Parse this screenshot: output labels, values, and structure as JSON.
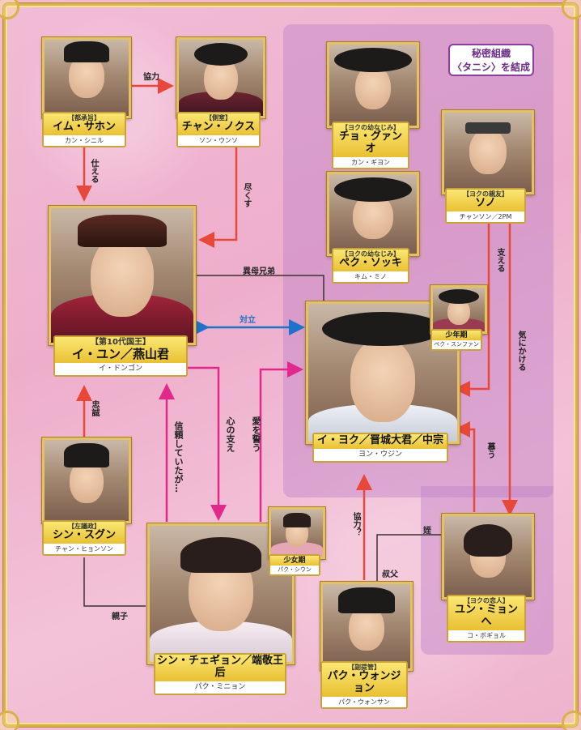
{
  "group_label_line1": "秘密組織",
  "group_label_line2": "〈タニシ〉を結成",
  "colors": {
    "red": "#e8483a",
    "blue": "#1d72c9",
    "magenta": "#e0298a",
    "dark": "#3a3232",
    "gold": "#e4c264",
    "purple": "#8a3fa0"
  },
  "people": {
    "im": {
      "role": "【都承旨】",
      "name": "イム・サホン",
      "actor": "カン・シニル"
    },
    "jang": {
      "role": "【側室】",
      "name": "チャン・ノクス",
      "actor": "ソン・ウンソ"
    },
    "king": {
      "role": "【第10代国王】",
      "name": "イ・ユン／燕山君",
      "actor": "イ・ドンゴン"
    },
    "shin": {
      "role": "【左議政】",
      "name": "シン・スグン",
      "actor": "チャン・ヒョンソン"
    },
    "chae": {
      "role": "",
      "name": "シン・チェギョン／端敬王后",
      "actor": "パク・ミニョン"
    },
    "chae_young": {
      "role": "",
      "name": "少女期",
      "actor": "パク・シウン"
    },
    "yeok": {
      "role": "",
      "name": "イ・ヨク／晋城大君／中宗",
      "actor": "ヨン・ウジン"
    },
    "yeok_young": {
      "role": "",
      "name": "少年期",
      "actor": "ペク・スンファン"
    },
    "cho": {
      "role": "【ヨクの幼なじみ】",
      "name": "チョ・グァンオ",
      "actor": "カン・ギヨン"
    },
    "paek": {
      "role": "【ヨクの幼なじみ】",
      "name": "ペク・ソッキ",
      "actor": "キム・ミノ"
    },
    "sono": {
      "role": "【ヨクの親友】",
      "name": "ソノ",
      "actor": "チャンソン／2PM"
    },
    "myeong": {
      "role": "【ヨクの恋人】",
      "name": "ユン・ミョンへ",
      "actor": "コ・ボギョル"
    },
    "park": {
      "role": "【副提管】",
      "name": "パク・ウォンジョン",
      "actor": "パク・ウォンサン"
    }
  },
  "relations": {
    "kyoryoku": "協力",
    "tsukaeru": "仕える",
    "tsukusu": "尽くす",
    "ibo": "異母兄弟",
    "tairitsu": "対立",
    "chusei": "忠誠",
    "shinrai": "信頼していたが…",
    "kokoro": "心の支え",
    "ai": "愛を誓う",
    "tsukaeru2": "支える",
    "kinikakeru": "気にかける",
    "shitau": "慕う",
    "kyoryoku_q": "協力？",
    "mei": "姪",
    "oji": "叔父",
    "oyako": "親子"
  }
}
